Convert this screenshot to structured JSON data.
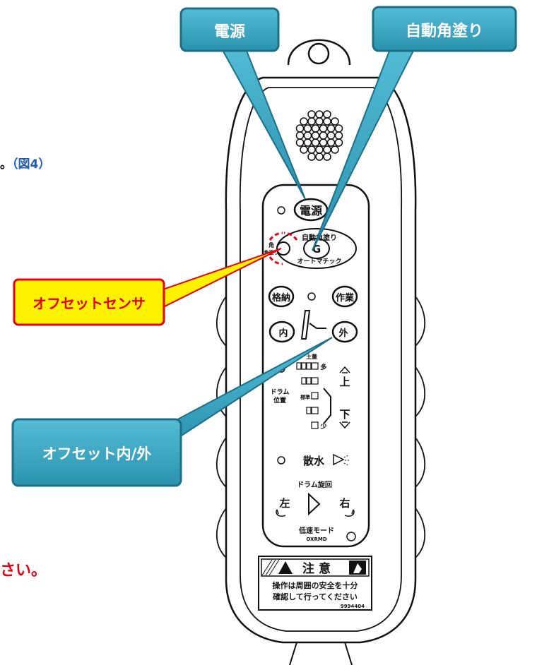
{
  "callouts": {
    "power": "電源",
    "auto_corner": "自動角塗り",
    "offset_sensor": "オフセットセンサ",
    "offset_inout": "オフセット内/外"
  },
  "text_fragments": {
    "top_period": "。",
    "fig_ref": "（図4）",
    "bottom": "さい。"
  },
  "remote": {
    "power_button": "電源",
    "auto_ring_top": "自動角塗り",
    "auto_ring_bottom": "オートマチック",
    "auto_center": "G",
    "sensor_label_1": "角",
    "sensor_label_2": "角塗り",
    "store_button": "格納",
    "work_button": "作業",
    "in_button": "内",
    "out_button": "外",
    "soil_label": "土量",
    "many": "多",
    "few": "少",
    "standard": "標準",
    "drum_position_1": "ドラム",
    "drum_position_2": "位置",
    "up": "上",
    "down": "下",
    "water": "散水",
    "drum_rotation": "ドラム旋回",
    "left": "左",
    "right": "右",
    "low_speed": "低速モード",
    "low_speed_sub": "OXRMD",
    "caution_title": "注 意",
    "caution_line1": "操作は周囲の安全を十分",
    "caution_line2": "確認して行ってください",
    "caution_code": "9994404"
  },
  "colors": {
    "callout_fill": "#3aa3be",
    "callout_border": "#1c6f86",
    "sensor_fill": "#fff200",
    "sensor_text": "#e60012",
    "sensor_border": "#e60012",
    "fig_ref": "#1f5fb4",
    "warning_text": "#e60012"
  }
}
